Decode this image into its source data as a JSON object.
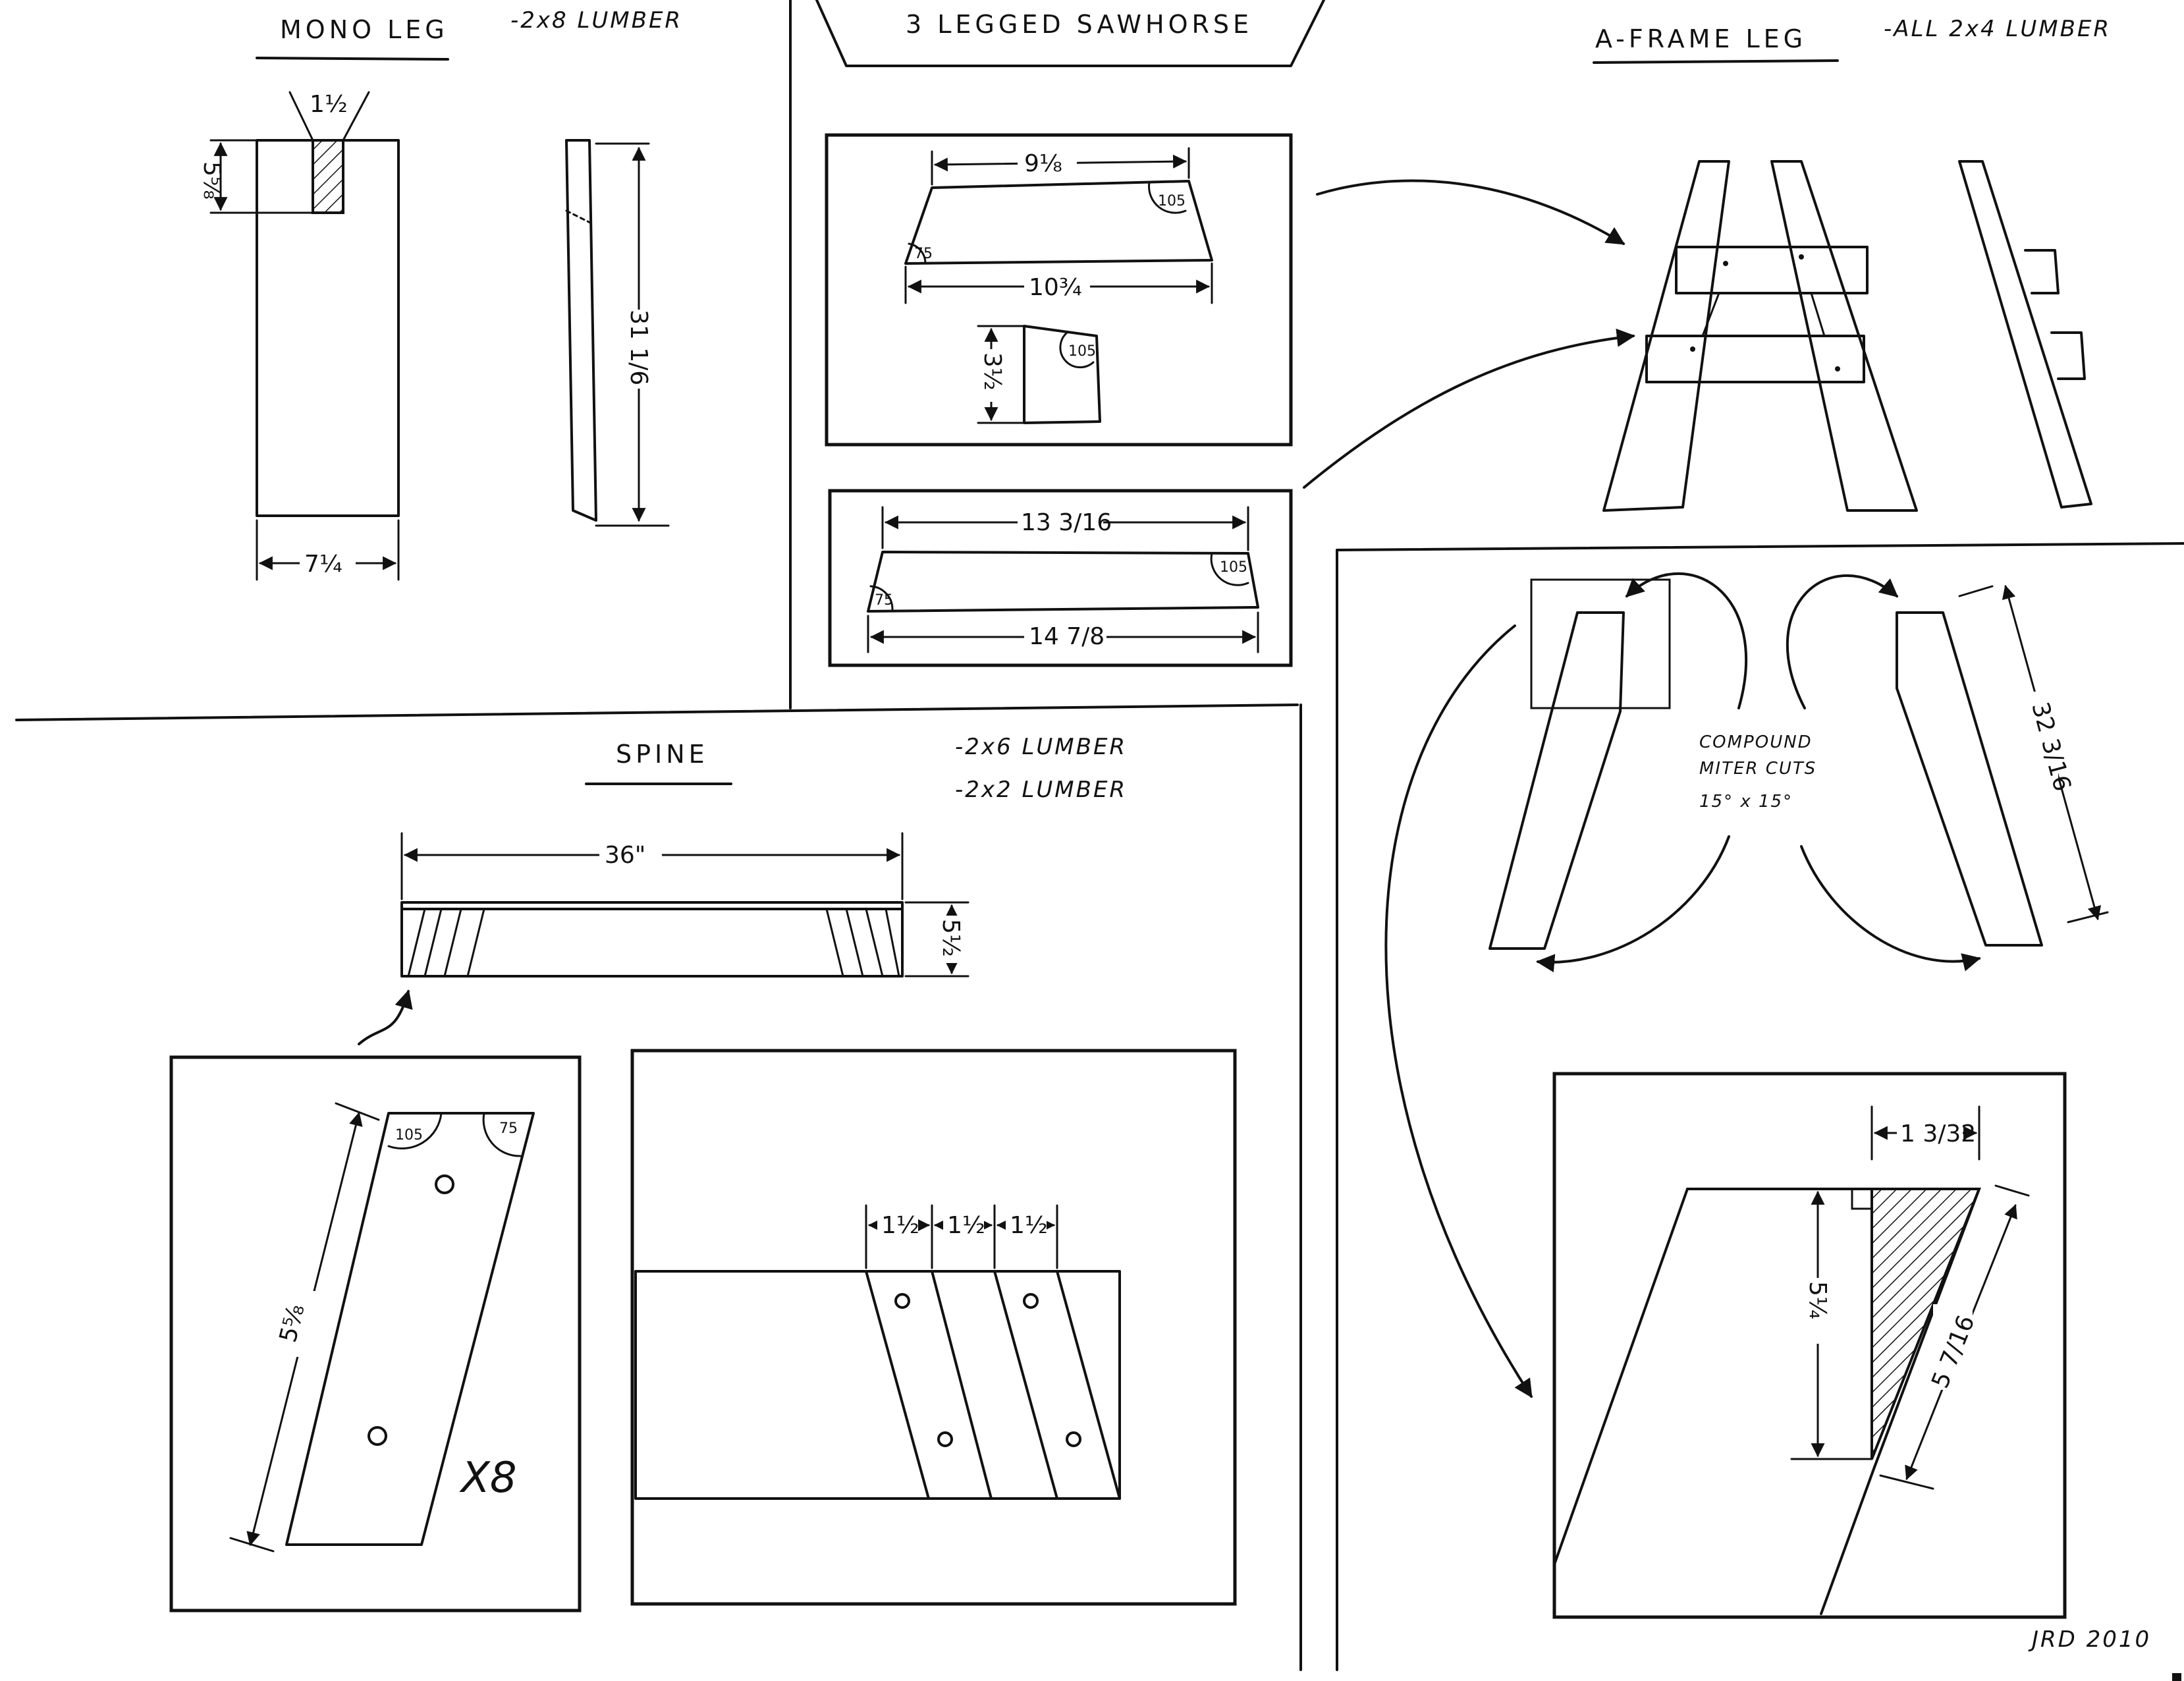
{
  "mono_leg": {
    "title": "MONO LEG",
    "material": "-2x8 LUMBER",
    "dim_slot_width": "1½",
    "dim_slot_depth": "5⅝",
    "dim_width": "7¼",
    "dim_length": "31 1/6"
  },
  "sawhorse": {
    "title": "3 LEGGED SAWHORSE",
    "piece1_top": "9⅛",
    "piece1_bottom": "10¾",
    "angle_75": "75",
    "angle_105": "105",
    "piece2_height": "3½",
    "piece3_top": "13 3/16",
    "piece3_bottom": "14 7/8"
  },
  "a_frame": {
    "title": "A-FRAME LEG",
    "material": "-ALL 2x4 LUMBER",
    "compound_line1": "COMPOUND",
    "compound_line2": "MITER CUTS",
    "compound_line3": "15° x 15°",
    "dim_leg_length": "32 3/16",
    "dim_top": "1 3/32",
    "dim_height": "5¼",
    "dim_diag": "5 7/16"
  },
  "spine": {
    "title": "SPINE",
    "material1": "-2x6 LUMBER",
    "material2": "-2x2 LUMBER",
    "dim_length": "36\"",
    "dim_height": "5½",
    "dim_block_length": "5⅝",
    "multiplier": "X8",
    "spacing": [
      "1½",
      "1½",
      "1½"
    ]
  },
  "signature": "JRD 2010"
}
